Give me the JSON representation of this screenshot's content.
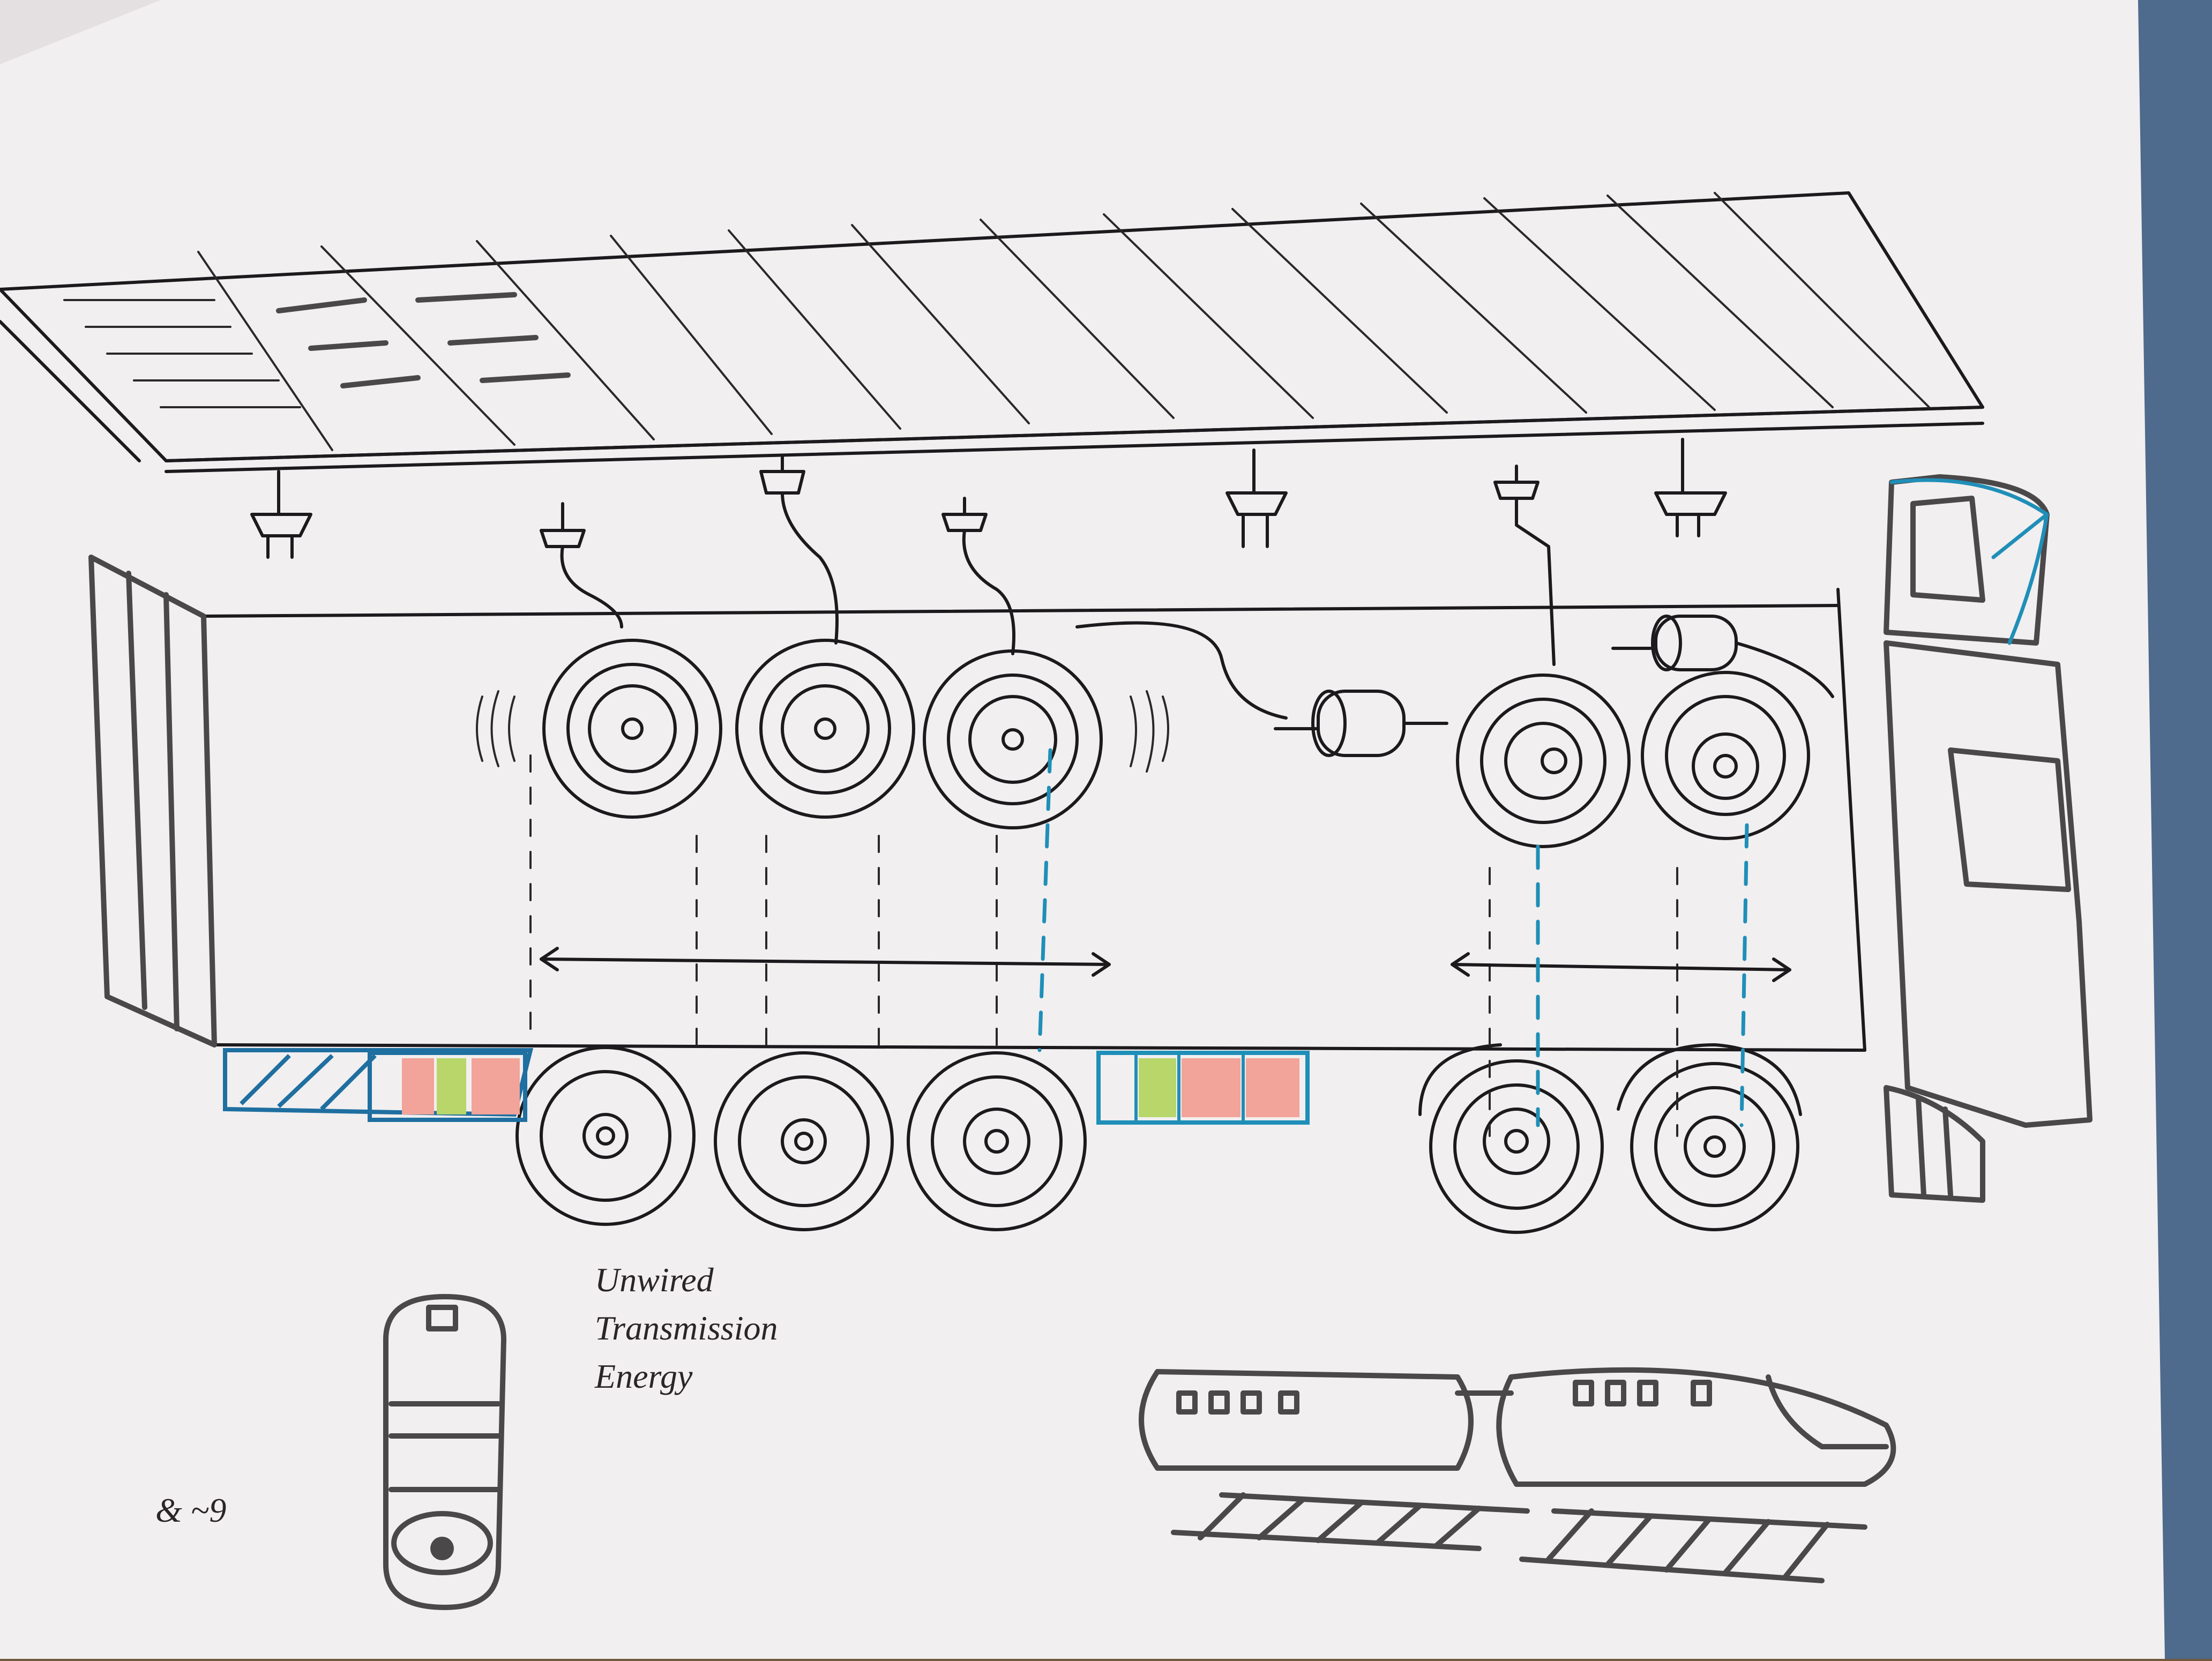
{
  "labels": {
    "line1": "Unwired",
    "line2": "Transmission",
    "line3": "Energy"
  },
  "corner_mark": "& ~9",
  "colors": {
    "ink": "#1c1a1c",
    "blue": "#1f8fb8",
    "green": "#b8d66a",
    "pink": "#f2a39a",
    "pencil": "#4a4849"
  },
  "icons": {
    "roof": "solar-panel-roof-icon",
    "plug": "power-plug-icon",
    "wheel": "wheel-turbine-icon",
    "generator": "generator-cylinder-icon",
    "battery": "battery-capsule-icon",
    "train": "bullet-train-icon",
    "track": "rail-track-icon"
  }
}
